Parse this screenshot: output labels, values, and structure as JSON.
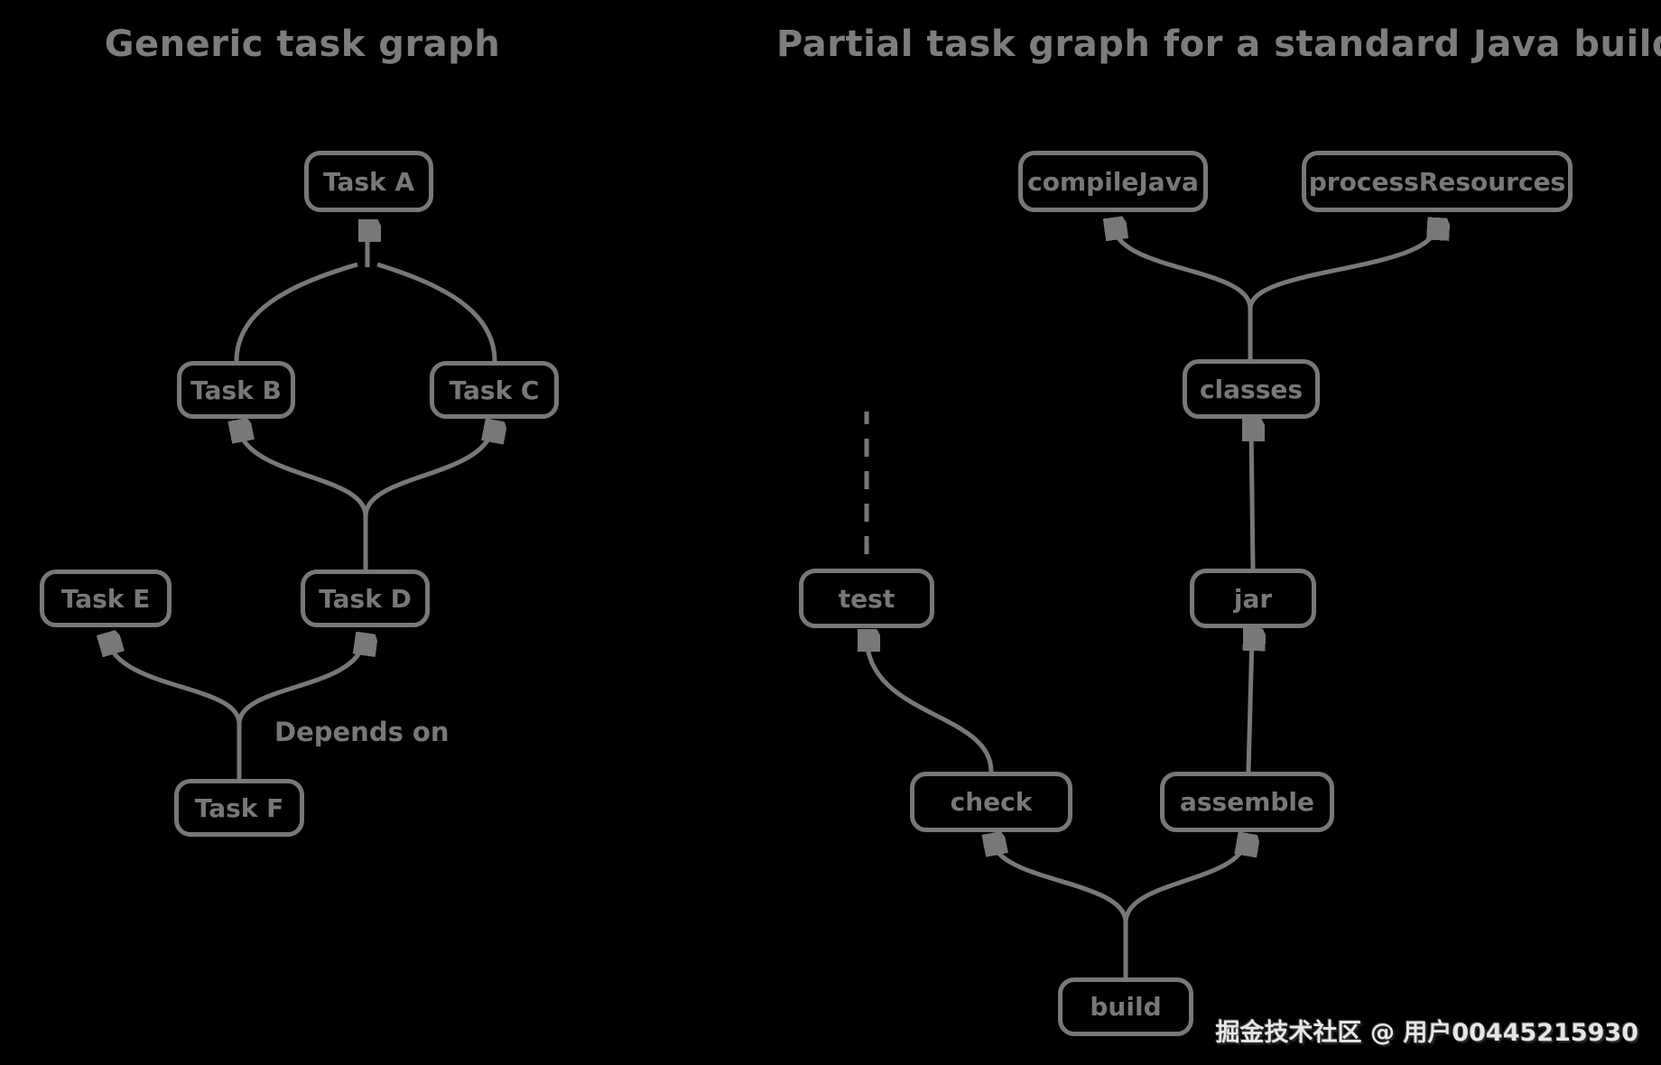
{
  "titles": {
    "left": "Generic task graph",
    "right": "Partial task graph for a standard Java build"
  },
  "left_graph": {
    "nodes": {
      "task_a": {
        "label": "Task A"
      },
      "task_b": {
        "label": "Task B"
      },
      "task_c": {
        "label": "Task C"
      },
      "task_d": {
        "label": "Task D"
      },
      "task_e": {
        "label": "Task E"
      },
      "task_f": {
        "label": "Task F"
      }
    },
    "edge_label": "Depends on",
    "edges": [
      {
        "from": "Task B",
        "to": "Task A"
      },
      {
        "from": "Task C",
        "to": "Task A"
      },
      {
        "from": "Task D",
        "to": "Task B"
      },
      {
        "from": "Task D",
        "to": "Task C"
      },
      {
        "from": "Task F",
        "to": "Task E"
      },
      {
        "from": "Task F",
        "to": "Task D",
        "label": "Depends on"
      }
    ]
  },
  "right_graph": {
    "nodes": {
      "compile_java": {
        "label": "compileJava"
      },
      "process_resources": {
        "label": "processResources"
      },
      "classes": {
        "label": "classes"
      },
      "test": {
        "label": "test"
      },
      "jar": {
        "label": "jar"
      },
      "check": {
        "label": "check"
      },
      "assemble": {
        "label": "assemble"
      },
      "build": {
        "label": "build"
      }
    },
    "edges": [
      {
        "from": "classes",
        "to": "compileJava"
      },
      {
        "from": "classes",
        "to": "processResources"
      },
      {
        "from": "jar",
        "to": "classes"
      },
      {
        "from": "assemble",
        "to": "jar"
      },
      {
        "from": "check",
        "to": "test"
      },
      {
        "from": "build",
        "to": "check"
      },
      {
        "from": "build",
        "to": "assemble"
      },
      {
        "from": "test",
        "to": "",
        "style": "dashed-truncated"
      }
    ]
  },
  "watermark": "掘金技术社区 @ 用户00445215930",
  "colors": {
    "background": "#000000",
    "foreground": "#787878",
    "watermark": "#e6e6e6"
  }
}
